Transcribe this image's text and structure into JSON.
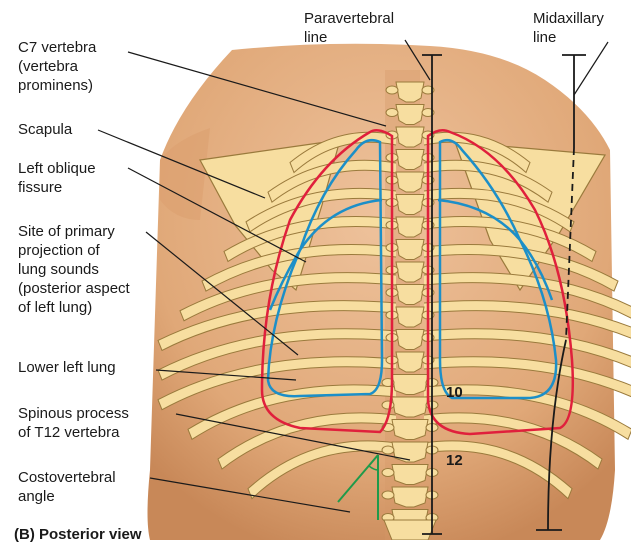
{
  "figure": {
    "caption": "(B) Posterior view",
    "left_labels": [
      "C7 vertebra\n(vertebra\nprominens)",
      "Scapula",
      "Left oblique\nfissure",
      "Site of primary\nprojection of\nlung sounds\n(posterior aspect\nof left lung)",
      "Lower left lung",
      "Spinous process\nof T12 vertebra",
      "Costovertebral\nangle"
    ],
    "top_labels": {
      "paravertebral": "Paravertebral\nline",
      "midaxillary": "Midaxillary\nline"
    },
    "rib_numbers": {
      "rib10": "10",
      "rib12": "12"
    },
    "colors": {
      "skin": "#e8b58c",
      "skin_shadow": "#d7966a",
      "bone": "#f7dea0",
      "bone_outline": "#9a7a3c",
      "pleura_line": "#e0203c",
      "lung_line": "#1c8fc8",
      "angle_line": "#1f9a4a",
      "leader_line": "#1a1a1a"
    }
  }
}
